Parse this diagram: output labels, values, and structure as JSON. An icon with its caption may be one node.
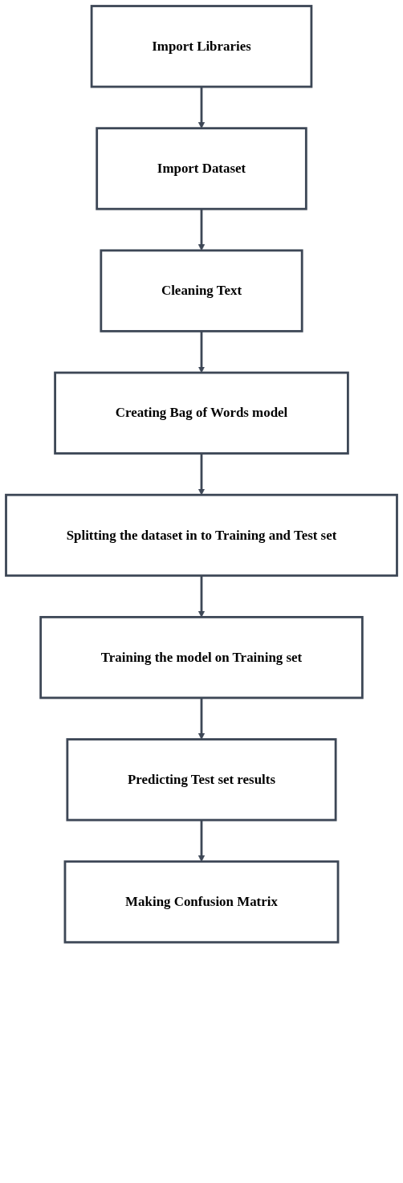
{
  "diagram": {
    "nodes": [
      {
        "text": [
          "Import Libraries"
        ]
      },
      {
        "text": [
          "Import Dataset"
        ]
      },
      {
        "text": [
          "Cleaning Text"
        ]
      },
      {
        "text": [
          "Creating Bag of Words model"
        ]
      },
      {
        "text": [
          "Splitting the dataset in to Training and Test set"
        ]
      },
      {
        "text": [
          "Training the model on Training set"
        ]
      },
      {
        "text": [
          "Predicting Test set results"
        ]
      },
      {
        "text": [
          "Making Confusion Matrix"
        ]
      }
    ],
    "edges": [
      {
        "from": 0,
        "to": 1,
        "arrow": "to"
      },
      {
        "from": 1,
        "to": 2,
        "arrow": "to"
      },
      {
        "from": 2,
        "to": 3,
        "arrow": "to"
      },
      {
        "from": 3,
        "to": 4,
        "arrow": "to"
      },
      {
        "from": 4,
        "to": 5,
        "arrow": "to"
      },
      {
        "from": 5,
        "to": 6,
        "arrow": "to"
      },
      {
        "from": 6,
        "to": 7,
        "arrow": "to"
      }
    ]
  }
}
